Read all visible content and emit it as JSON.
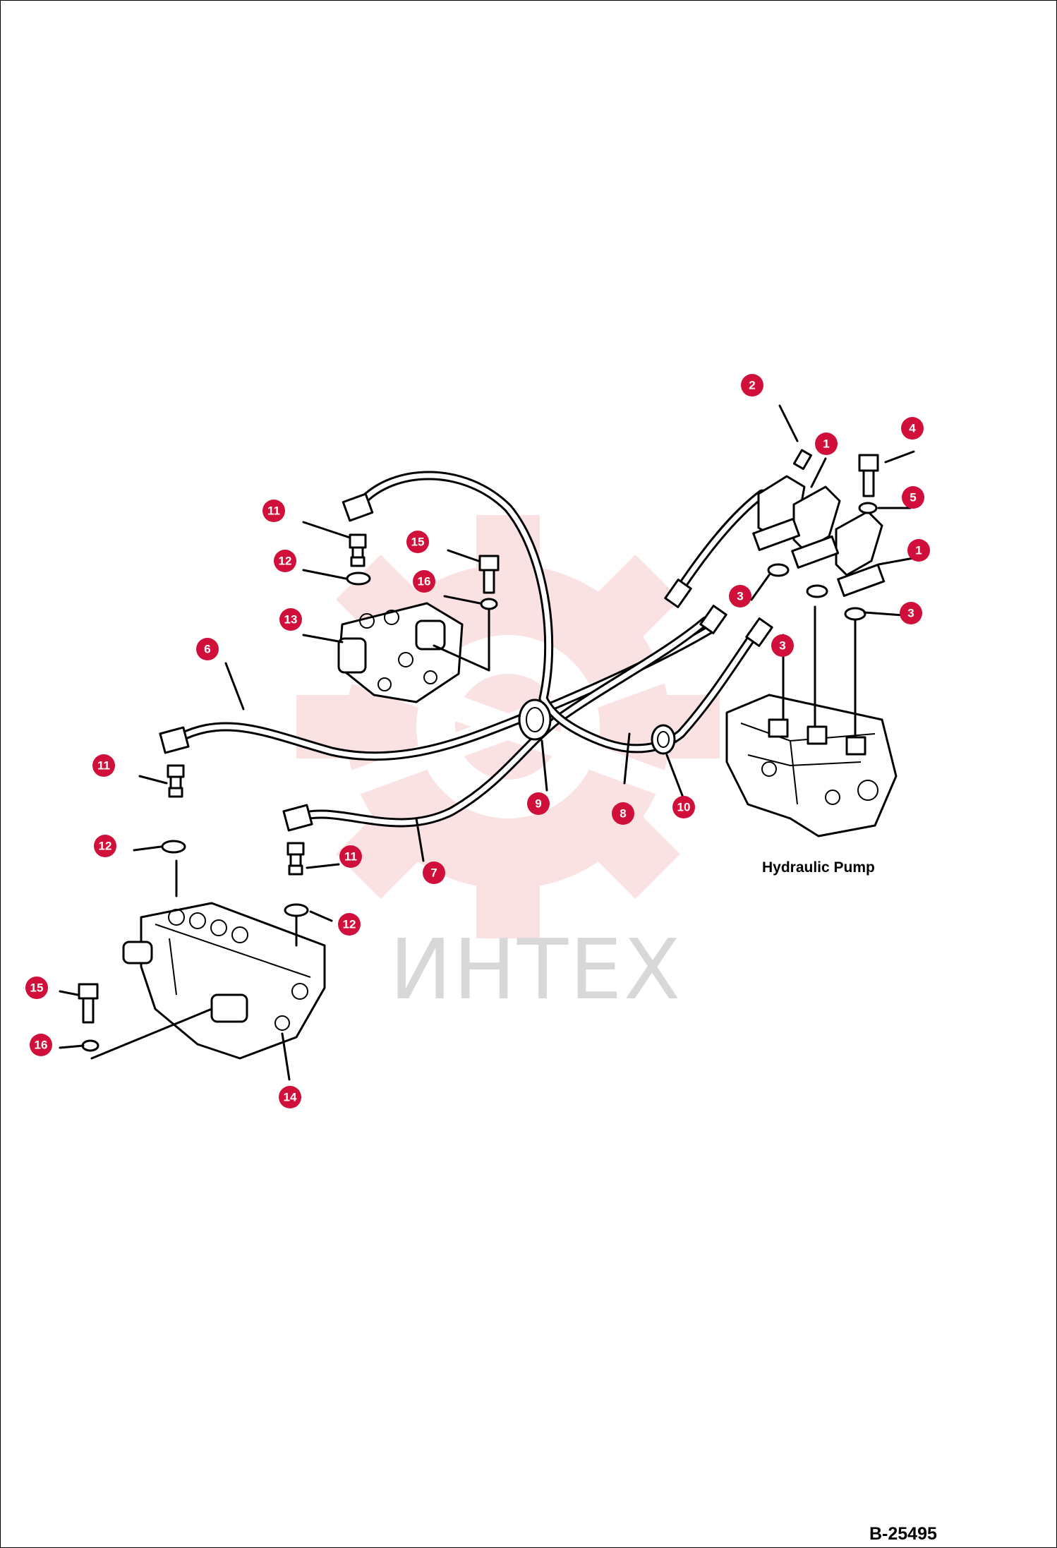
{
  "pump_label": "Hydraulic Pump",
  "figure_number": "B-25495",
  "watermark": "ИНТЕХ",
  "colors": {
    "callout": "#d0103a",
    "line": "#000000",
    "watermark_gear": "#f6c9cc",
    "watermark_text": "#d8d8d8"
  },
  "callouts": [
    {
      "id": "c1",
      "label": "2"
    },
    {
      "id": "c2",
      "label": "1"
    },
    {
      "id": "c3",
      "label": "4"
    },
    {
      "id": "c4",
      "label": "5"
    },
    {
      "id": "c5",
      "label": "1"
    },
    {
      "id": "c6",
      "label": "3"
    },
    {
      "id": "c7",
      "label": "3"
    },
    {
      "id": "c8",
      "label": "3"
    },
    {
      "id": "c9",
      "label": "11"
    },
    {
      "id": "c10",
      "label": "15"
    },
    {
      "id": "c11",
      "label": "12"
    },
    {
      "id": "c12",
      "label": "16"
    },
    {
      "id": "c13",
      "label": "13"
    },
    {
      "id": "c14",
      "label": "6"
    },
    {
      "id": "c15",
      "label": "11"
    },
    {
      "id": "c16",
      "label": "9"
    },
    {
      "id": "c17",
      "label": "8"
    },
    {
      "id": "c18",
      "label": "10"
    },
    {
      "id": "c19",
      "label": "12"
    },
    {
      "id": "c20",
      "label": "11"
    },
    {
      "id": "c21",
      "label": "7"
    },
    {
      "id": "c22",
      "label": "12"
    },
    {
      "id": "c23",
      "label": "15"
    },
    {
      "id": "c24",
      "label": "16"
    },
    {
      "id": "c25",
      "label": "14"
    }
  ]
}
